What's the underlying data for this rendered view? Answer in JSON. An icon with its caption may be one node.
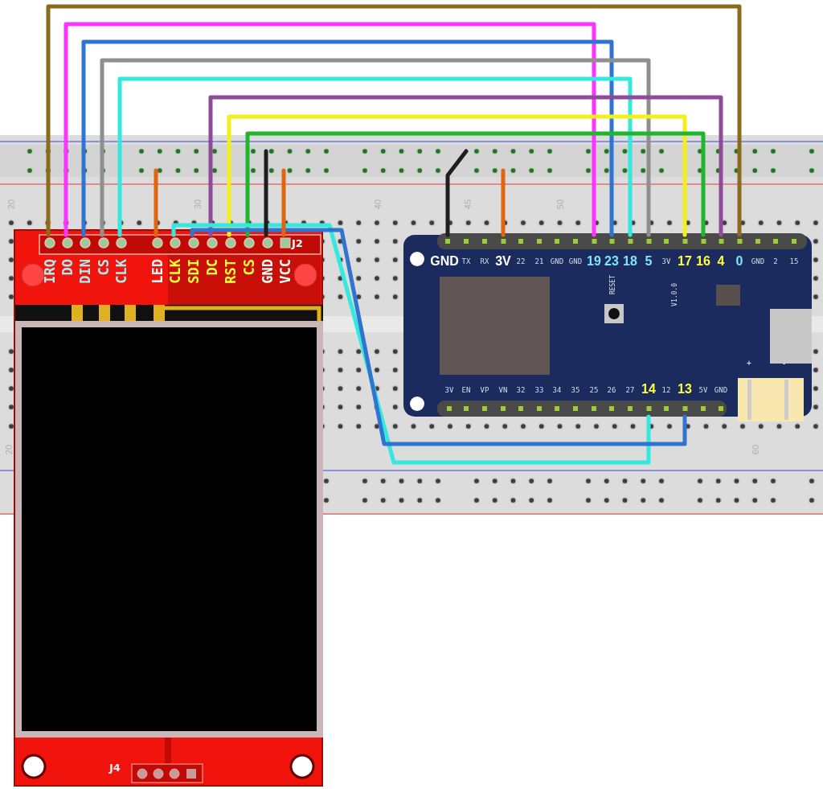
{
  "diagram": {
    "nodes": [
      {
        "text": [
          "J2",
          "J4"
        ]
      },
      {
        "text": [
          "IRQ"
        ],
        "in": 0
      },
      {
        "text": [
          "DO"
        ],
        "in": 0
      },
      {
        "text": [
          "DIN"
        ],
        "in": 0
      },
      {
        "text": [
          "CS"
        ],
        "in": 0
      },
      {
        "text": [
          "CLK"
        ],
        "in": 0
      },
      {
        "text": [
          "LED"
        ],
        "in": 0
      },
      {
        "text": [
          "CLK"
        ],
        "in": 0
      },
      {
        "text": [
          "SDI"
        ],
        "in": 0
      },
      {
        "text": [
          "DC"
        ],
        "in": 0
      },
      {
        "text": [
          "RST"
        ],
        "in": 0
      },
      {
        "text": [
          "CS"
        ],
        "in": 0
      },
      {
        "text": [
          "GND"
        ],
        "in": 0
      },
      {
        "text": [
          "VCC"
        ],
        "in": 0
      },
      {
        "text": [
          "RESET",
          "V1.0.0"
        ]
      },
      {
        "text": [
          "GND"
        ],
        "in": 14
      },
      {
        "text": [
          "TX"
        ],
        "in": 14
      },
      {
        "text": [
          "RX"
        ],
        "in": 14
      },
      {
        "text": [
          "3V"
        ],
        "in": 14
      },
      {
        "text": [
          "22"
        ],
        "in": 14
      },
      {
        "text": [
          "21"
        ],
        "in": 14
      },
      {
        "text": [
          "GND"
        ],
        "in": 14
      },
      {
        "text": [
          "GND"
        ],
        "in": 14
      },
      {
        "text": [
          "19"
        ],
        "in": 14
      },
      {
        "text": [
          "23"
        ],
        "in": 14
      },
      {
        "text": [
          "18"
        ],
        "in": 14
      },
      {
        "text": [
          "5"
        ],
        "in": 14
      },
      {
        "text": [
          "3V"
        ],
        "in": 14
      },
      {
        "text": [
          "17"
        ],
        "in": 14
      },
      {
        "text": [
          "16"
        ],
        "in": 14
      },
      {
        "text": [
          "4"
        ],
        "in": 14
      },
      {
        "text": [
          "0"
        ],
        "in": 14
      },
      {
        "text": [
          "GND"
        ],
        "in": 14
      },
      {
        "text": [
          "2"
        ],
        "in": 14
      },
      {
        "text": [
          "15"
        ],
        "in": 14
      },
      {
        "text": [
          "3V"
        ],
        "in": 14
      },
      {
        "text": [
          "EN"
        ],
        "in": 14
      },
      {
        "text": [
          "VP"
        ],
        "in": 14
      },
      {
        "text": [
          "VN"
        ],
        "in": 14
      },
      {
        "text": [
          "32"
        ],
        "in": 14
      },
      {
        "text": [
          "33"
        ],
        "in": 14
      },
      {
        "text": [
          "34"
        ],
        "in": 14
      },
      {
        "text": [
          "35"
        ],
        "in": 14
      },
      {
        "text": [
          "25"
        ],
        "in": 14
      },
      {
        "text": [
          "26"
        ],
        "in": 14
      },
      {
        "text": [
          "27"
        ],
        "in": 14
      },
      {
        "text": [
          "14"
        ],
        "in": 14
      },
      {
        "text": [
          "12"
        ],
        "in": 14
      },
      {
        "text": [
          "13"
        ],
        "in": 14
      },
      {
        "text": [
          "5V"
        ],
        "in": 14
      },
      {
        "text": [
          "GND"
        ],
        "in": 14
      }
    ],
    "edges": [
      {
        "from": 1,
        "to": 31,
        "arrow": "none",
        "color": "#8b6a1c"
      },
      {
        "from": 2,
        "to": 23,
        "arrow": "none",
        "color": "#ff33ff"
      },
      {
        "from": 3,
        "to": 24,
        "arrow": "none",
        "color": "#2f74d0"
      },
      {
        "from": 5,
        "to": 25,
        "arrow": "none",
        "color": "#33e8dd"
      },
      {
        "from": 4,
        "to": 26,
        "arrow": "none",
        "color": "#8f8f8f"
      },
      {
        "from": 9,
        "to": 30,
        "arrow": "none",
        "color": "#8d4b98"
      },
      {
        "from": 10,
        "to": 28,
        "arrow": "none",
        "color": "#f2ef1d"
      },
      {
        "from": 11,
        "to": 29,
        "arrow": "none",
        "color": "#1fb52d"
      },
      {
        "from": 7,
        "to": 46,
        "arrow": "none",
        "color": "#33e8dd"
      },
      {
        "from": 8,
        "to": 48,
        "arrow": "none",
        "color": "#2f74d0"
      },
      {
        "from": 6,
        "to": null,
        "arrow": "none",
        "color": "#e0650f"
      },
      {
        "from": 12,
        "to": null,
        "arrow": "none",
        "color": "#1e1e1e"
      },
      {
        "from": 13,
        "to": null,
        "arrow": "none",
        "color": "#e0650f"
      },
      {
        "from": 15,
        "to": null,
        "arrow": "none",
        "color": "#1e1e1e"
      },
      {
        "from": 18,
        "to": null,
        "arrow": "none",
        "color": "#e0650f"
      }
    ],
    "labels": [
      "20",
      "30",
      "40",
      "45",
      "50",
      "20",
      "60",
      "+",
      "-"
    ]
  }
}
